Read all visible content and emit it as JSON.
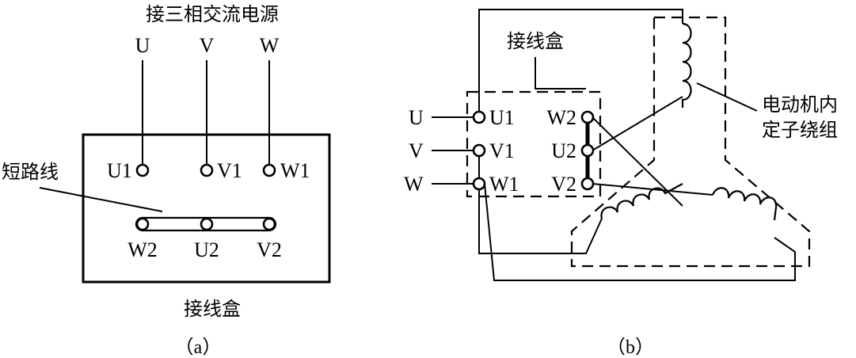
{
  "a": {
    "supply_label": "接三相交流电源",
    "supply_u": "U",
    "supply_v": "V",
    "supply_w": "W",
    "u1": "U1",
    "v1": "V1",
    "w1": "W1",
    "w2": "W2",
    "u2": "U2",
    "v2": "V2",
    "jumper_label": "短路线",
    "box_label": "接线盒",
    "caption": "（a）"
  },
  "b": {
    "box_label": "接线盒",
    "in_u": "U",
    "in_v": "V",
    "in_w": "W",
    "u1": "U1",
    "v1": "V1",
    "w1": "W1",
    "w2": "W2",
    "u2": "U2",
    "v2": "V2",
    "stator_line1": "电动机内",
    "stator_line2": "定子绕组",
    "caption": "（b）"
  }
}
